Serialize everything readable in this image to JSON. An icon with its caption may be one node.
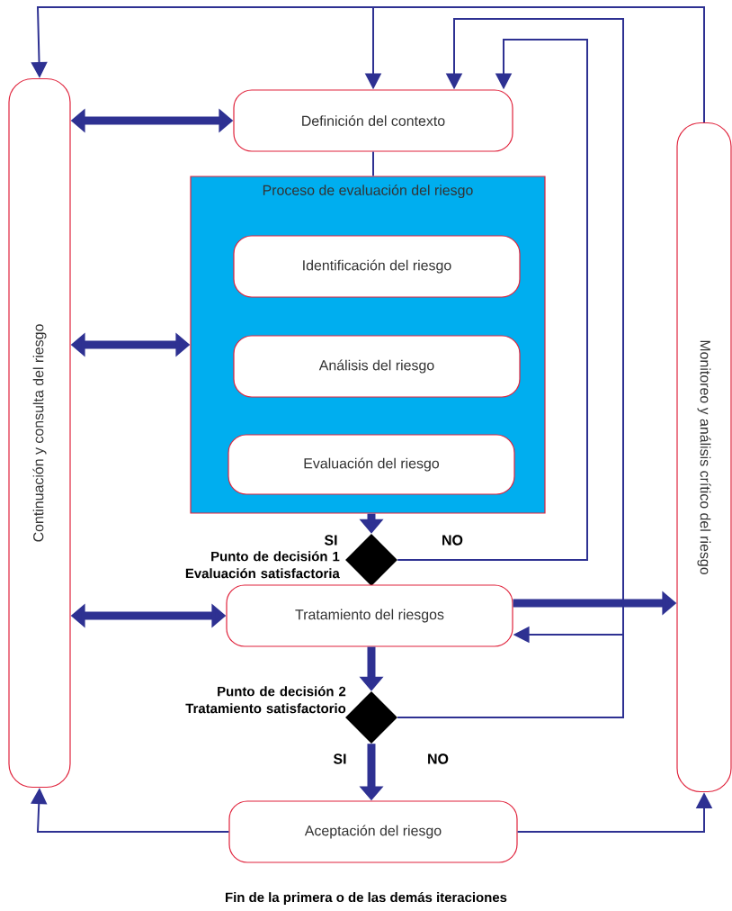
{
  "diagram": {
    "caption": "Fin de la primera o de las demás iteraciones",
    "nodes": [
      {
        "text": [
          "Continuación y consulta del riesgo"
        ]
      },
      {
        "text": [
          "Definición del contexto"
        ]
      },
      {
        "text": [
          "Proceso de evaluación del riesgo"
        ]
      },
      {
        "text": [
          "Identificación del riesgo"
        ],
        "in": 2
      },
      {
        "text": [
          "Análisis del riesgo"
        ],
        "in": 2
      },
      {
        "text": [
          "Evaluación del riesgo"
        ],
        "in": 2
      },
      {
        "text": [],
        "shape": "diamond",
        "beside": [
          "Punto de decisión 1 Evaluación satisfactoria"
        ]
      },
      {
        "text": [
          "Tratamiento del riesgos"
        ]
      },
      {
        "text": [],
        "shape": "diamond",
        "beside": [
          "Punto de decisión 2 Tratamiento satisfactorio"
        ]
      },
      {
        "text": [
          "Aceptación del riesgo"
        ]
      },
      {
        "text": [
          "Monitoreo y análisis crítico del riesgo"
        ]
      }
    ],
    "edges": [
      {
        "from": 1,
        "to": 0,
        "arrow": "both",
        "style": "thick"
      },
      {
        "from": 2,
        "to": 0,
        "arrow": "both",
        "style": "thick"
      },
      {
        "from": 7,
        "to": 0,
        "arrow": "both",
        "style": "thick"
      },
      {
        "from": 1,
        "to": 2,
        "arrow": "none"
      },
      {
        "from": 2,
        "to": 6,
        "arrow": "to",
        "style": "thick"
      },
      {
        "from": 6,
        "to": 1,
        "arrow": "to"
      },
      {
        "from": 7,
        "to": 10,
        "arrow": "to",
        "style": "thick"
      },
      {
        "from": 8,
        "to": 7,
        "arrow": "to"
      },
      {
        "from": 8,
        "to": 1,
        "arrow": "to"
      },
      {
        "from": 7,
        "to": 8,
        "arrow": "to",
        "style": "thick"
      },
      {
        "from": 8,
        "to": 9,
        "arrow": "to",
        "style": "thick"
      },
      {
        "from": 9,
        "to": 0,
        "arrow": "to"
      },
      {
        "from": 9,
        "to": 10,
        "arrow": "to"
      },
      {
        "from": 10,
        "to": 0,
        "arrow": "to"
      },
      {
        "from": 10,
        "to": 1,
        "arrow": "to"
      }
    ],
    "labels": [
      "SI",
      "NO",
      "SI",
      "NO"
    ]
  }
}
